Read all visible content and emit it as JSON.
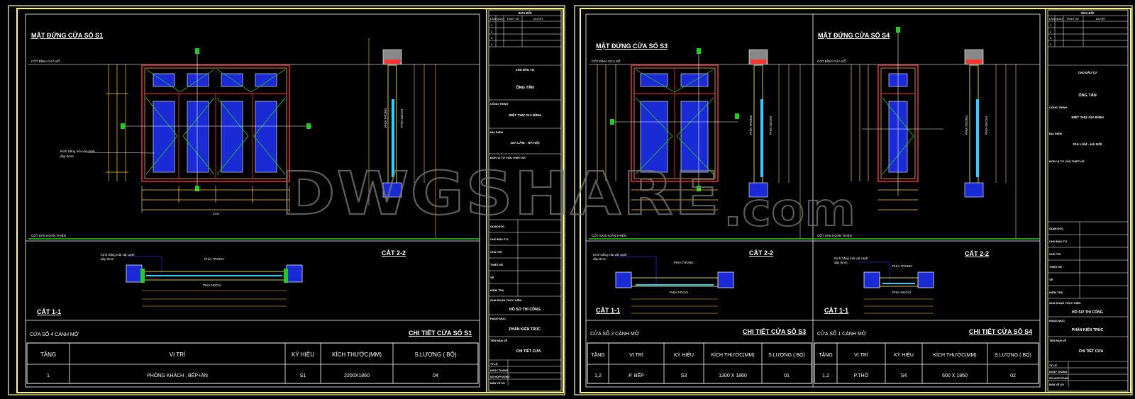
{
  "watermark": {
    "main": "DWGSHARE",
    "suffix": ".com"
  },
  "colors": {
    "frame": "#ffff66",
    "wall": "#ff3333",
    "glass": "#1a2bd6",
    "green": "#22cc22",
    "dim": "#ffcc33",
    "cyan": "#33ccff"
  },
  "common": {
    "facade_level_top": "CỐT ĐỈNH CỬA SỔ",
    "facade_level_floor": "CỐT SÀN HOÀN THIỆN",
    "inside": "PHÍA TRONG",
    "outside": "PHÍA NGOÀI",
    "glass_note_1": "Kính trắng mài vát cạnh",
    "glass_note_2": "dày 8mm"
  },
  "sheet1": {
    "elev_title": "MẶT ĐỨNG CỬA SỔ S1",
    "section22": "CẮT 2-2",
    "section11": "CẮT 1-1",
    "left_note": "CỬA SỔ 4 CÁNH MỞ",
    "detail_title": "CHI TIẾT CỬA SỔ S1",
    "total_width": "2200",
    "headers": [
      "TẦNG",
      "VỊ TRÍ",
      "KÝ HIỆU",
      "KÍCH THƯỚC(MM)",
      "S.LƯỢNG ( BỘ)"
    ],
    "row": [
      "1",
      "PHÒNG KHÁCH , BẾP+ĂN",
      "S1",
      "2200X1860",
      "04"
    ]
  },
  "sheet2": {
    "elev_title_a": "MẶT ĐỨNG CỬA SỔ S3",
    "elev_title_b": "MẶT ĐỨNG CỬA SỔ S4",
    "section22": "CẮT 2-2",
    "section11": "CẮT 1-1",
    "left_note_a": "CỬA SỔ 2 CÁNH MỞ",
    "detail_title_a": "CHI TIẾT CỬA SỔ S3",
    "left_note_b": "CỬA SỔ 1 CÁNH MỞ",
    "detail_title_b": "CHI TIẾT CỬA SỔ S4",
    "headers": [
      "TẦNG",
      "VỊ TRÍ",
      "KÝ HIỆU",
      "KÍCH THƯỚC(MM)",
      "S.LƯỢNG ( BỘ)"
    ],
    "row_a": [
      "1,2",
      "P. BẾP",
      "S3",
      "1300 X 1860",
      "01"
    ],
    "row_b": [
      "1,2",
      "P.THỜ",
      "S4",
      "600 X 1860",
      "02"
    ]
  },
  "title_block": {
    "revision": "SỬA ĐỔI",
    "rev_cols": [
      "LẦN",
      "NGÀY",
      "THIẾT KẾ",
      "DUYỆT"
    ],
    "rev_rows": [
      "1",
      "2",
      "3",
      "4"
    ],
    "owner_label": "CHỦ ĐẦU TƯ",
    "owner": "ÔNG TẤN",
    "project_label": "CÔNG TRÌNH",
    "project": "BIỆT THỰ GIA ĐÌNH",
    "location_label": "ĐỊA ĐIỂM",
    "location": "GIA LÂM - HÀ NỘI",
    "designer_label": "ĐƠN VỊ TƯ VẤN THIẾT KẾ",
    "roles": [
      "GIÁM ĐỐC",
      "CHỦ ĐẦU TƯ",
      "CHỦ TRÌ",
      "THIẾT KẾ",
      "VẼ",
      "KIỂM TRA"
    ],
    "phase_label": "GIAI ĐOẠN THỰC HIỆN",
    "phase": "HỒ SƠ THI CÔNG",
    "category_label": "HẠNG MỤC",
    "category": "PHẦN KIẾN TRÚC",
    "drawing_label": "TÊN BẢN VẼ",
    "drawing": "CHI TIẾT CỬA",
    "meta": [
      "TỶ LỆ",
      "NGÀY THÁNG",
      "SỐ HỢP ĐỒNG",
      "BẢN VẼ SỐ"
    ]
  }
}
